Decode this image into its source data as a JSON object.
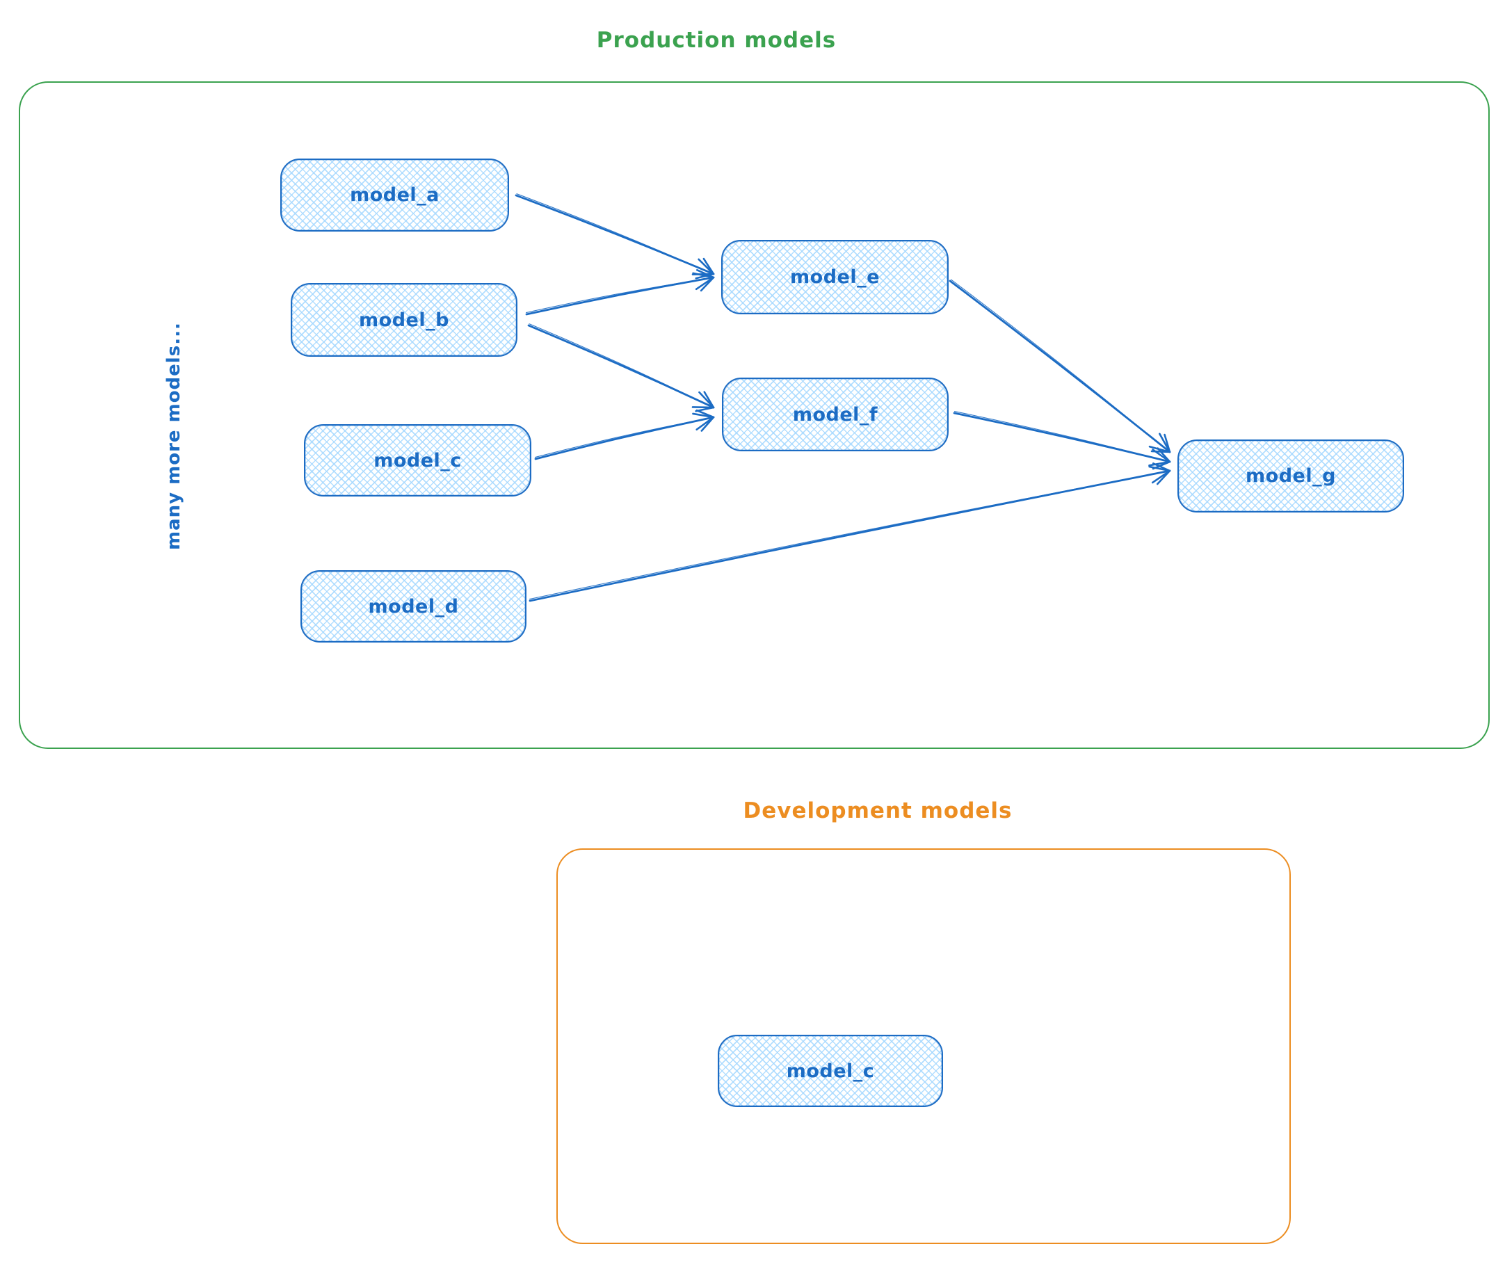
{
  "diagram": {
    "production": {
      "title": "Production models",
      "side_label": "many more models...",
      "nodes": {
        "model_a": {
          "label": "model_a"
        },
        "model_b": {
          "label": "model_b"
        },
        "model_c": {
          "label": "model_c"
        },
        "model_d": {
          "label": "model_d"
        },
        "model_e": {
          "label": "model_e"
        },
        "model_f": {
          "label": "model_f"
        },
        "model_g": {
          "label": "model_g"
        }
      },
      "edges": [
        {
          "from": "model_a",
          "to": "model_e"
        },
        {
          "from": "model_b",
          "to": "model_e"
        },
        {
          "from": "model_b",
          "to": "model_f"
        },
        {
          "from": "model_c",
          "to": "model_f"
        },
        {
          "from": "model_e",
          "to": "model_g"
        },
        {
          "from": "model_f",
          "to": "model_g"
        },
        {
          "from": "model_d",
          "to": "model_g"
        }
      ]
    },
    "development": {
      "title": "Development models",
      "nodes": {
        "model_c": {
          "label": "model_c"
        }
      }
    },
    "colors": {
      "production_accent": "#3ba24f",
      "development_accent": "#ec8d21",
      "node_stroke": "#1c6cc4",
      "node_fill_hatch": "#a5d8ff",
      "node_text": "#1971c2",
      "arrow": "#1c6cc4"
    }
  }
}
